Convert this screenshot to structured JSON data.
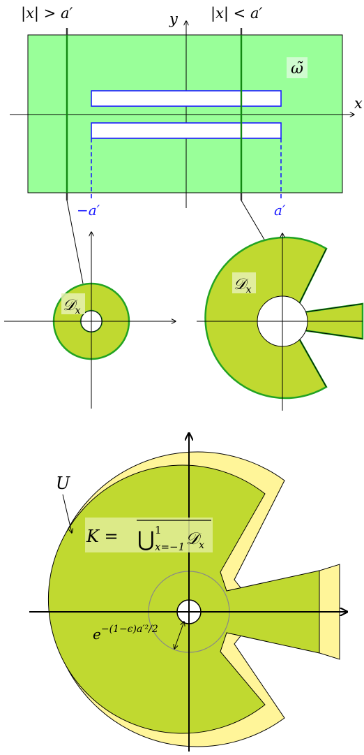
{
  "top_panel": {
    "label_left_region": "|x| > a′",
    "label_right_region": "|x| < a′",
    "axis_y": "y",
    "axis_x": "x",
    "omega_tilde": "ω̃",
    "tick_neg": "−a′",
    "tick_pos": "a′"
  },
  "middle_panel": {
    "left_disk_label": "𝒟",
    "left_disk_sub": "x",
    "right_disk_label": "𝒟",
    "right_disk_sub": "x"
  },
  "bottom_panel": {
    "u_label": "U",
    "k_prefix": "K = ",
    "k_union": "⋃",
    "k_upper": "1",
    "k_lower": "x=−1",
    "k_set": "𝒟",
    "k_set_sub": "x",
    "radius_base": "e",
    "radius_exponent": "−(1−ϵ)a′²/2"
  },
  "colors": {
    "light_green": "#99ff99",
    "olive": "#c0d930",
    "olive_dark_edge": "#22a322",
    "yellow": "#fff599",
    "blue": "#1a1aff",
    "line_green": "#118811"
  }
}
